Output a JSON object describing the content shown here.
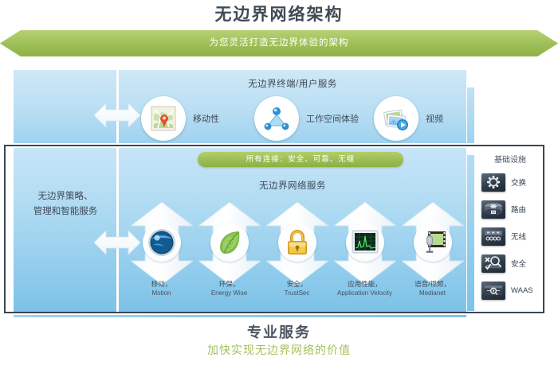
{
  "header": {
    "title": "无边界网络架构",
    "banner_text": "为您灵活打造无边界体验的架构",
    "banner_color": "#9cbd53",
    "banner_icon": "double-arrow-horizontal"
  },
  "left_column": {
    "label": "无边界策略、\n管理和智能服务",
    "label_line1": "无边界策略、",
    "label_line2": "管理和智能服务",
    "connector_icon": "double-arrow-horizontal"
  },
  "top_section": {
    "title": "无边界终端/用户服务",
    "items": [
      {
        "label": "移动性",
        "icon": "map-pin-icon"
      },
      {
        "label": "工作空间体验",
        "icon": "network-nodes-icon"
      },
      {
        "label": "视频",
        "icon": "photos-play-icon"
      }
    ]
  },
  "capsule": {
    "text": "所有连接：安全、可靠、无缝",
    "color": "#9cbd53"
  },
  "bottom_section": {
    "title": "无边界网络服务",
    "pillars": [
      {
        "cn": "移动，",
        "en": "Motion",
        "icon": "globe-sphere-icon",
        "arrow": "double-arrow-vertical"
      },
      {
        "cn": "环保，",
        "en": "Energy Wise",
        "icon": "leaf-icon",
        "arrow": "double-arrow-vertical"
      },
      {
        "cn": "安全，",
        "en": "TrustSec",
        "icon": "padlock-icon",
        "arrow": "double-arrow-vertical"
      },
      {
        "cn": "应用性能，",
        "en": "Application Velocity",
        "icon": "monitor-chart-icon",
        "arrow": "double-arrow-vertical"
      },
      {
        "cn": "语音/视频，",
        "en": "Medianet",
        "icon": "microphone-film-icon",
        "arrow": "double-arrow-vertical"
      }
    ]
  },
  "infrastructure": {
    "title": "基础设施",
    "items": [
      {
        "label": "交换",
        "icon": "switch-icon"
      },
      {
        "label": "路由",
        "icon": "router-icon"
      },
      {
        "label": "无线",
        "icon": "wireless-controller-icon"
      },
      {
        "label": "安全",
        "icon": "security-magnifier-icon"
      },
      {
        "label": "WAAS",
        "icon": "waas-appliance-icon"
      }
    ]
  },
  "footer": {
    "line1": "专业服务",
    "line2": "加快实现无边界网络的价值",
    "line2_color": "#a4c25c"
  },
  "palette": {
    "frame": "#3b4652",
    "panel_top": "#b9def3",
    "panel_bottom": "#a9d8f1",
    "text": "#3f4a57"
  }
}
